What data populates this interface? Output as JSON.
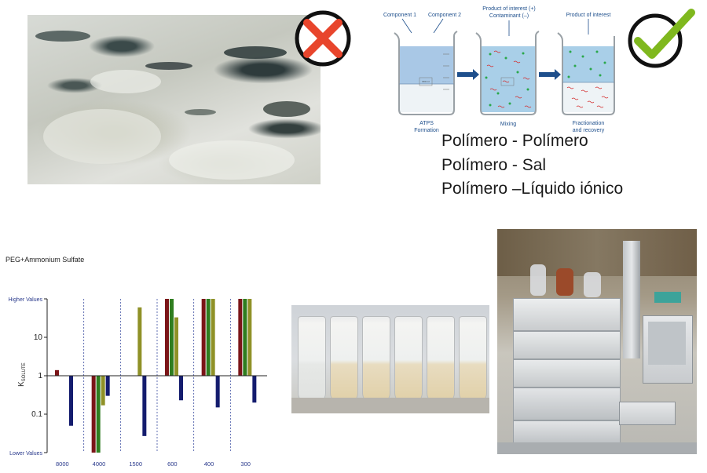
{
  "beaker_diagram": {
    "component1": "Component 1",
    "component2": "Component 2",
    "product_plus": "Product of interest (+)",
    "contaminant": "Contaminant (–)",
    "product": "Product of interest",
    "step1_line1": "ATPS",
    "step1_line2": "Formation",
    "step2": "Mixing",
    "step3_line1": "Fractionation",
    "step3_line2": "and recovery",
    "beaker_mark": "800 ml"
  },
  "systems": {
    "line1": "Polímero - Polímero",
    "line2": "Polímero - Sal",
    "line3": "Polímero –Líquido iónico"
  },
  "colors": {
    "reject": "#e8452c",
    "accept": "#7fb81e",
    "series_red": "#7b1518",
    "series_green": "#2f7d1f",
    "series_olive": "#8f9127",
    "series_navy": "#141c6e"
  },
  "chart_data": {
    "type": "bar",
    "title": "PEG+Ammonium Sulfate",
    "ylabel": "K",
    "ylabel_sub": "SOLUTE",
    "yscale": "log",
    "ylim": [
      0.01,
      100
    ],
    "yticks": [
      {
        "label": "Higher Values",
        "value": 100
      },
      {
        "label": "10",
        "value": 10
      },
      {
        "label": "1",
        "value": 1
      },
      {
        "label": "0.1",
        "value": 0.1
      },
      {
        "label": "Lower Values",
        "value": 0.01
      }
    ],
    "categories": [
      "8000",
      "4000",
      "1500",
      "600",
      "400",
      "300"
    ],
    "series": [
      {
        "color": "#7b1518",
        "values": [
          1.4,
          0.01,
          null,
          100,
          100,
          100
        ]
      },
      {
        "color": "#2f7d1f",
        "values": [
          null,
          0.01,
          null,
          100,
          100,
          100
        ]
      },
      {
        "color": "#8f9127",
        "values": [
          null,
          0.17,
          60,
          33,
          100,
          100
        ]
      },
      {
        "color": "#141c6e",
        "values": [
          0.05,
          0.3,
          0.027,
          0.23,
          0.15,
          0.2
        ]
      }
    ]
  }
}
